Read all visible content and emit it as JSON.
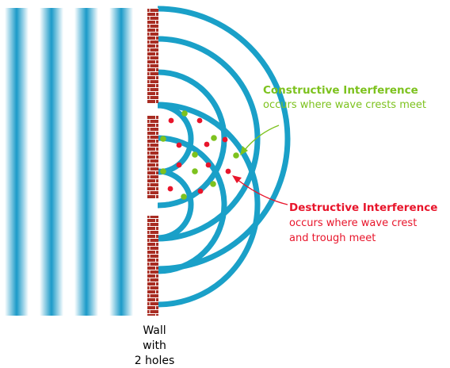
{
  "colors": {
    "wave": "#1aa0c8",
    "brick": "#a82c22",
    "mortar": "#ffffff",
    "constructive": "#7dc21e",
    "destructive": "#e8152b",
    "text": "#000000"
  },
  "wall_label": [
    "Wall",
    "with",
    "2 holes"
  ],
  "constructive": {
    "title": "Constructive Interference",
    "line1": "occurs where wave crests meet"
  },
  "destructive": {
    "title": "Destructive Interference",
    "line1": "occurs where wave crest",
    "line2": "and trough meet"
  }
}
